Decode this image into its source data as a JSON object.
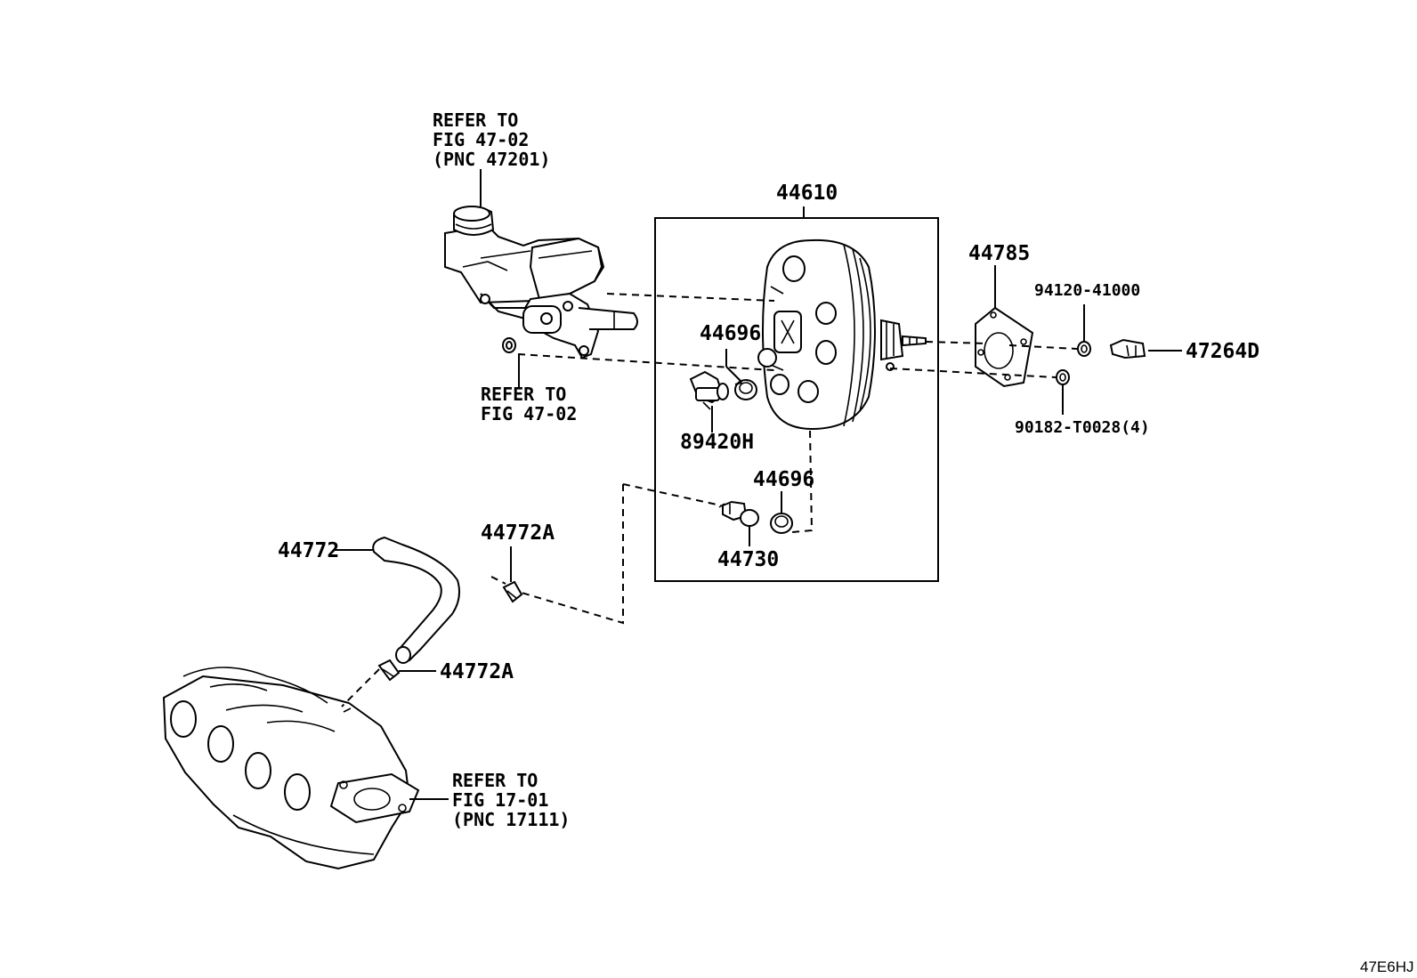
{
  "parts": {
    "booster_assy": "44610",
    "gasket": "44785",
    "nut_94120": "94120-41000",
    "clevis": "47264D",
    "check_valve_grommet_upper": "44696",
    "check_valve_grommet_lower": "44696",
    "vacuum_sensor": "89420H",
    "check_valve": "44730",
    "vacuum_hose": "44772",
    "hose_clip_upper": "44772A",
    "hose_clip_lower": "44772A",
    "bolt_90182": "90182-T0028(4)"
  },
  "references": {
    "master_cylinder": [
      "REFER TO",
      "FIG 47-02",
      "(PNC 47201)"
    ],
    "master_cylinder_nut": [
      "REFER TO",
      "FIG 47-02"
    ],
    "intake_manifold": [
      "REFER TO",
      "FIG 17-01",
      "(PNC 17111)"
    ]
  },
  "diagram_code": "47E6HJ"
}
